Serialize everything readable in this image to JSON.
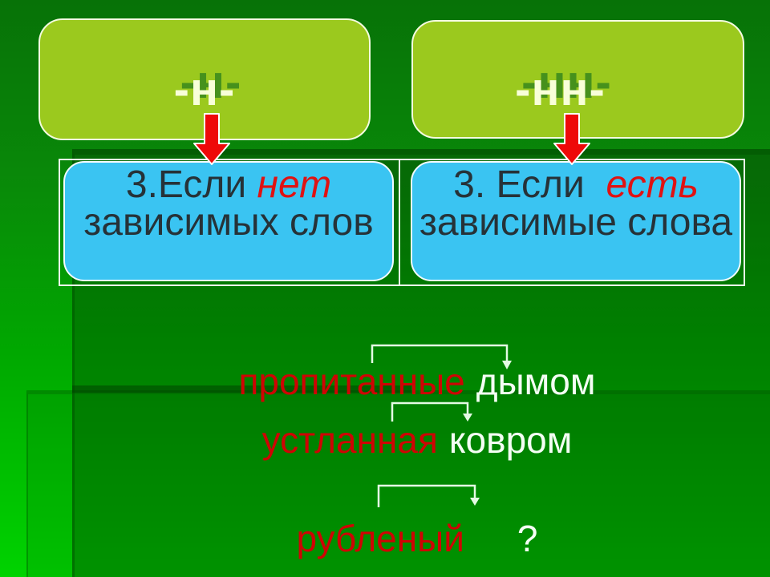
{
  "headers": [
    {
      "label": "-н-"
    },
    {
      "label": "-нн-"
    }
  ],
  "rules": [
    {
      "prefix": "3.Если ",
      "keyword": "нет",
      "line2": "зависимых слов"
    },
    {
      "prefix": "3. Если  ",
      "keyword": "есть",
      "line2": "зависимые слова"
    }
  ],
  "examples": [
    {
      "word": "пропитанные",
      "dependent": "дымом"
    },
    {
      "word": "устланная",
      "dependent": "ковром"
    },
    {
      "word": "рубленый",
      "dependent": "?"
    }
  ],
  "icons": {
    "down_arrow": "red-down-arrow",
    "dependency_arrow": "right-angle-arrow-down"
  },
  "colors": {
    "background_green_top": "#077207",
    "background_green_bottom": "#00d300",
    "header_box_green": "#9bc91e",
    "header_text_cream": "#f8ffd8",
    "header_text_shadow_green": "#46911c",
    "rule_box_cyan": "#3ac4f2",
    "rule_text_dark": "#263238",
    "accent_red": "#e01212",
    "example_red": "#cf0404",
    "example_light": "#f4fff4",
    "frame_white": "#f0f8ee",
    "arrow_red": "#ee0909"
  }
}
